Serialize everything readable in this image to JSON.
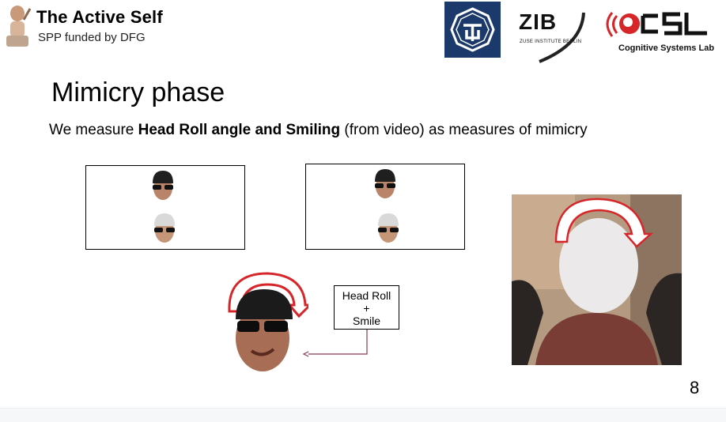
{
  "header": {
    "brand_title": "The Active Self",
    "brand_subtitle": "SPP funded by DFG",
    "zib_text": "ZIB",
    "zib_subtext": "ZUSE INSTITUTE BERLIN",
    "csl_text": "CSL",
    "csl_subtext": "Cognitive Systems Lab"
  },
  "slide": {
    "title": "Mimicry phase",
    "subtitle_pre": "We measure ",
    "subtitle_bold": "Head Roll angle and Smiling",
    "subtitle_post": " (from video) as measures of mimicry",
    "label_line1": "Head Roll",
    "label_line2": "+",
    "label_line3": "Smile",
    "page_number": "8"
  },
  "colors": {
    "arrow_red": "#d6262a",
    "tu_blue": "#1b3a6b",
    "connector": "#8b3a4a"
  }
}
